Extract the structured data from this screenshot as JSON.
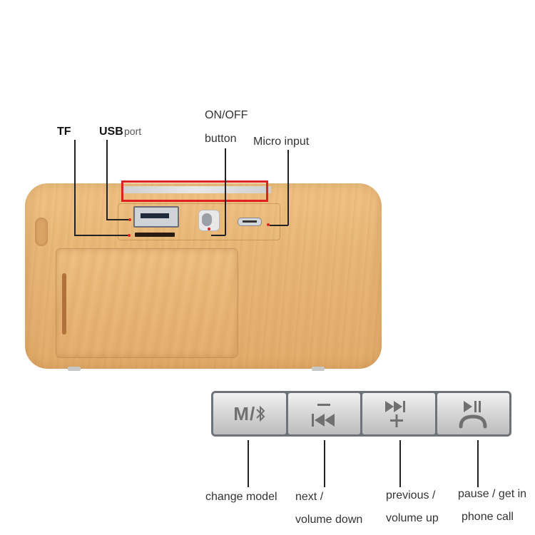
{
  "labels": {
    "tf": "TF",
    "usb": "USB",
    "port": "port",
    "onoff_line1": "ON/OFF",
    "onoff_line2": "button",
    "micro_input": "Micro input",
    "change_model": "change model",
    "next_line1": "next /",
    "next_line2": "volume down",
    "previous_line1": "previous /",
    "previous_line2": "volume up",
    "pause_line1": "pause / get in",
    "pause_line2": "phone call"
  },
  "buttons": {
    "mode_label": "M/",
    "mode_icon": "bluetooth-icon",
    "prev_icon": "skip-back-icon",
    "next_icon": "skip-forward-icon",
    "play_icon": "play-pause-icon",
    "call_icon": "phone-icon"
  },
  "colors": {
    "highlight": "#e02020",
    "wood": "#e9b877",
    "button_strip": "#6f7378"
  }
}
